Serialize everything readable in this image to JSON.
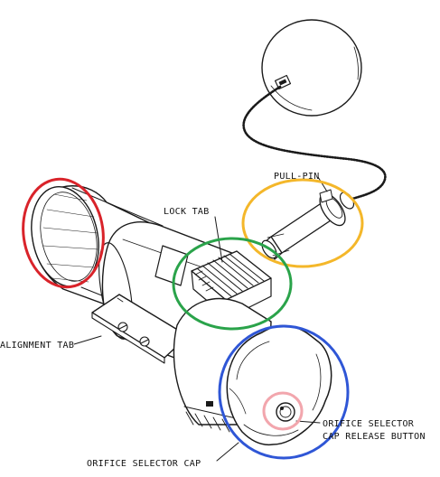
{
  "labels": {
    "pull_pin": "PULL-PIN",
    "lock_tab": "LOCK TAB",
    "alignment_tab": "ALIGNMENT TAB",
    "orifice_selector_line1": "ORIFICE SELECTOR",
    "orifice_selector_line2": "CAP RELEASE BUTTON",
    "orifice_selector_cap": "ORIFICE SELECTOR CAP"
  },
  "highlight_colors": {
    "red": "#d9232a",
    "yellow": "#f4b72a",
    "green": "#2aa34a",
    "blue": "#2f56d6",
    "pink": "#f2a6ad"
  }
}
